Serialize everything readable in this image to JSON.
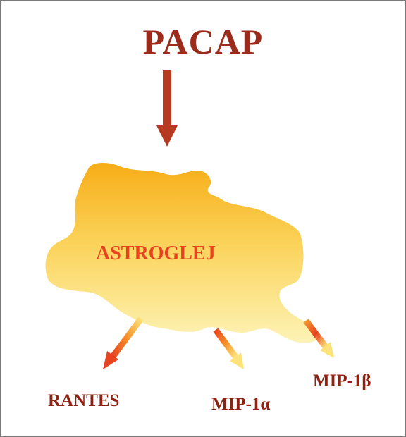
{
  "diagram": {
    "stimulus": "PACAP",
    "cell": "ASTROGLEJ",
    "outputs": [
      "RANTES",
      "MIP-1α",
      "MIP-1β"
    ]
  },
  "colors": {
    "title": "#9c2b1c",
    "cell_text": "#e8431e",
    "output_text": "#8f2212",
    "arrow_main": "#b63a22",
    "blob_top": "#f7b21c",
    "blob_bottom": "#fdf2b2"
  },
  "icons": [
    "down-arrow-icon",
    "astrocyte-cell-shape",
    "orange-gradient-arrow-icon"
  ]
}
